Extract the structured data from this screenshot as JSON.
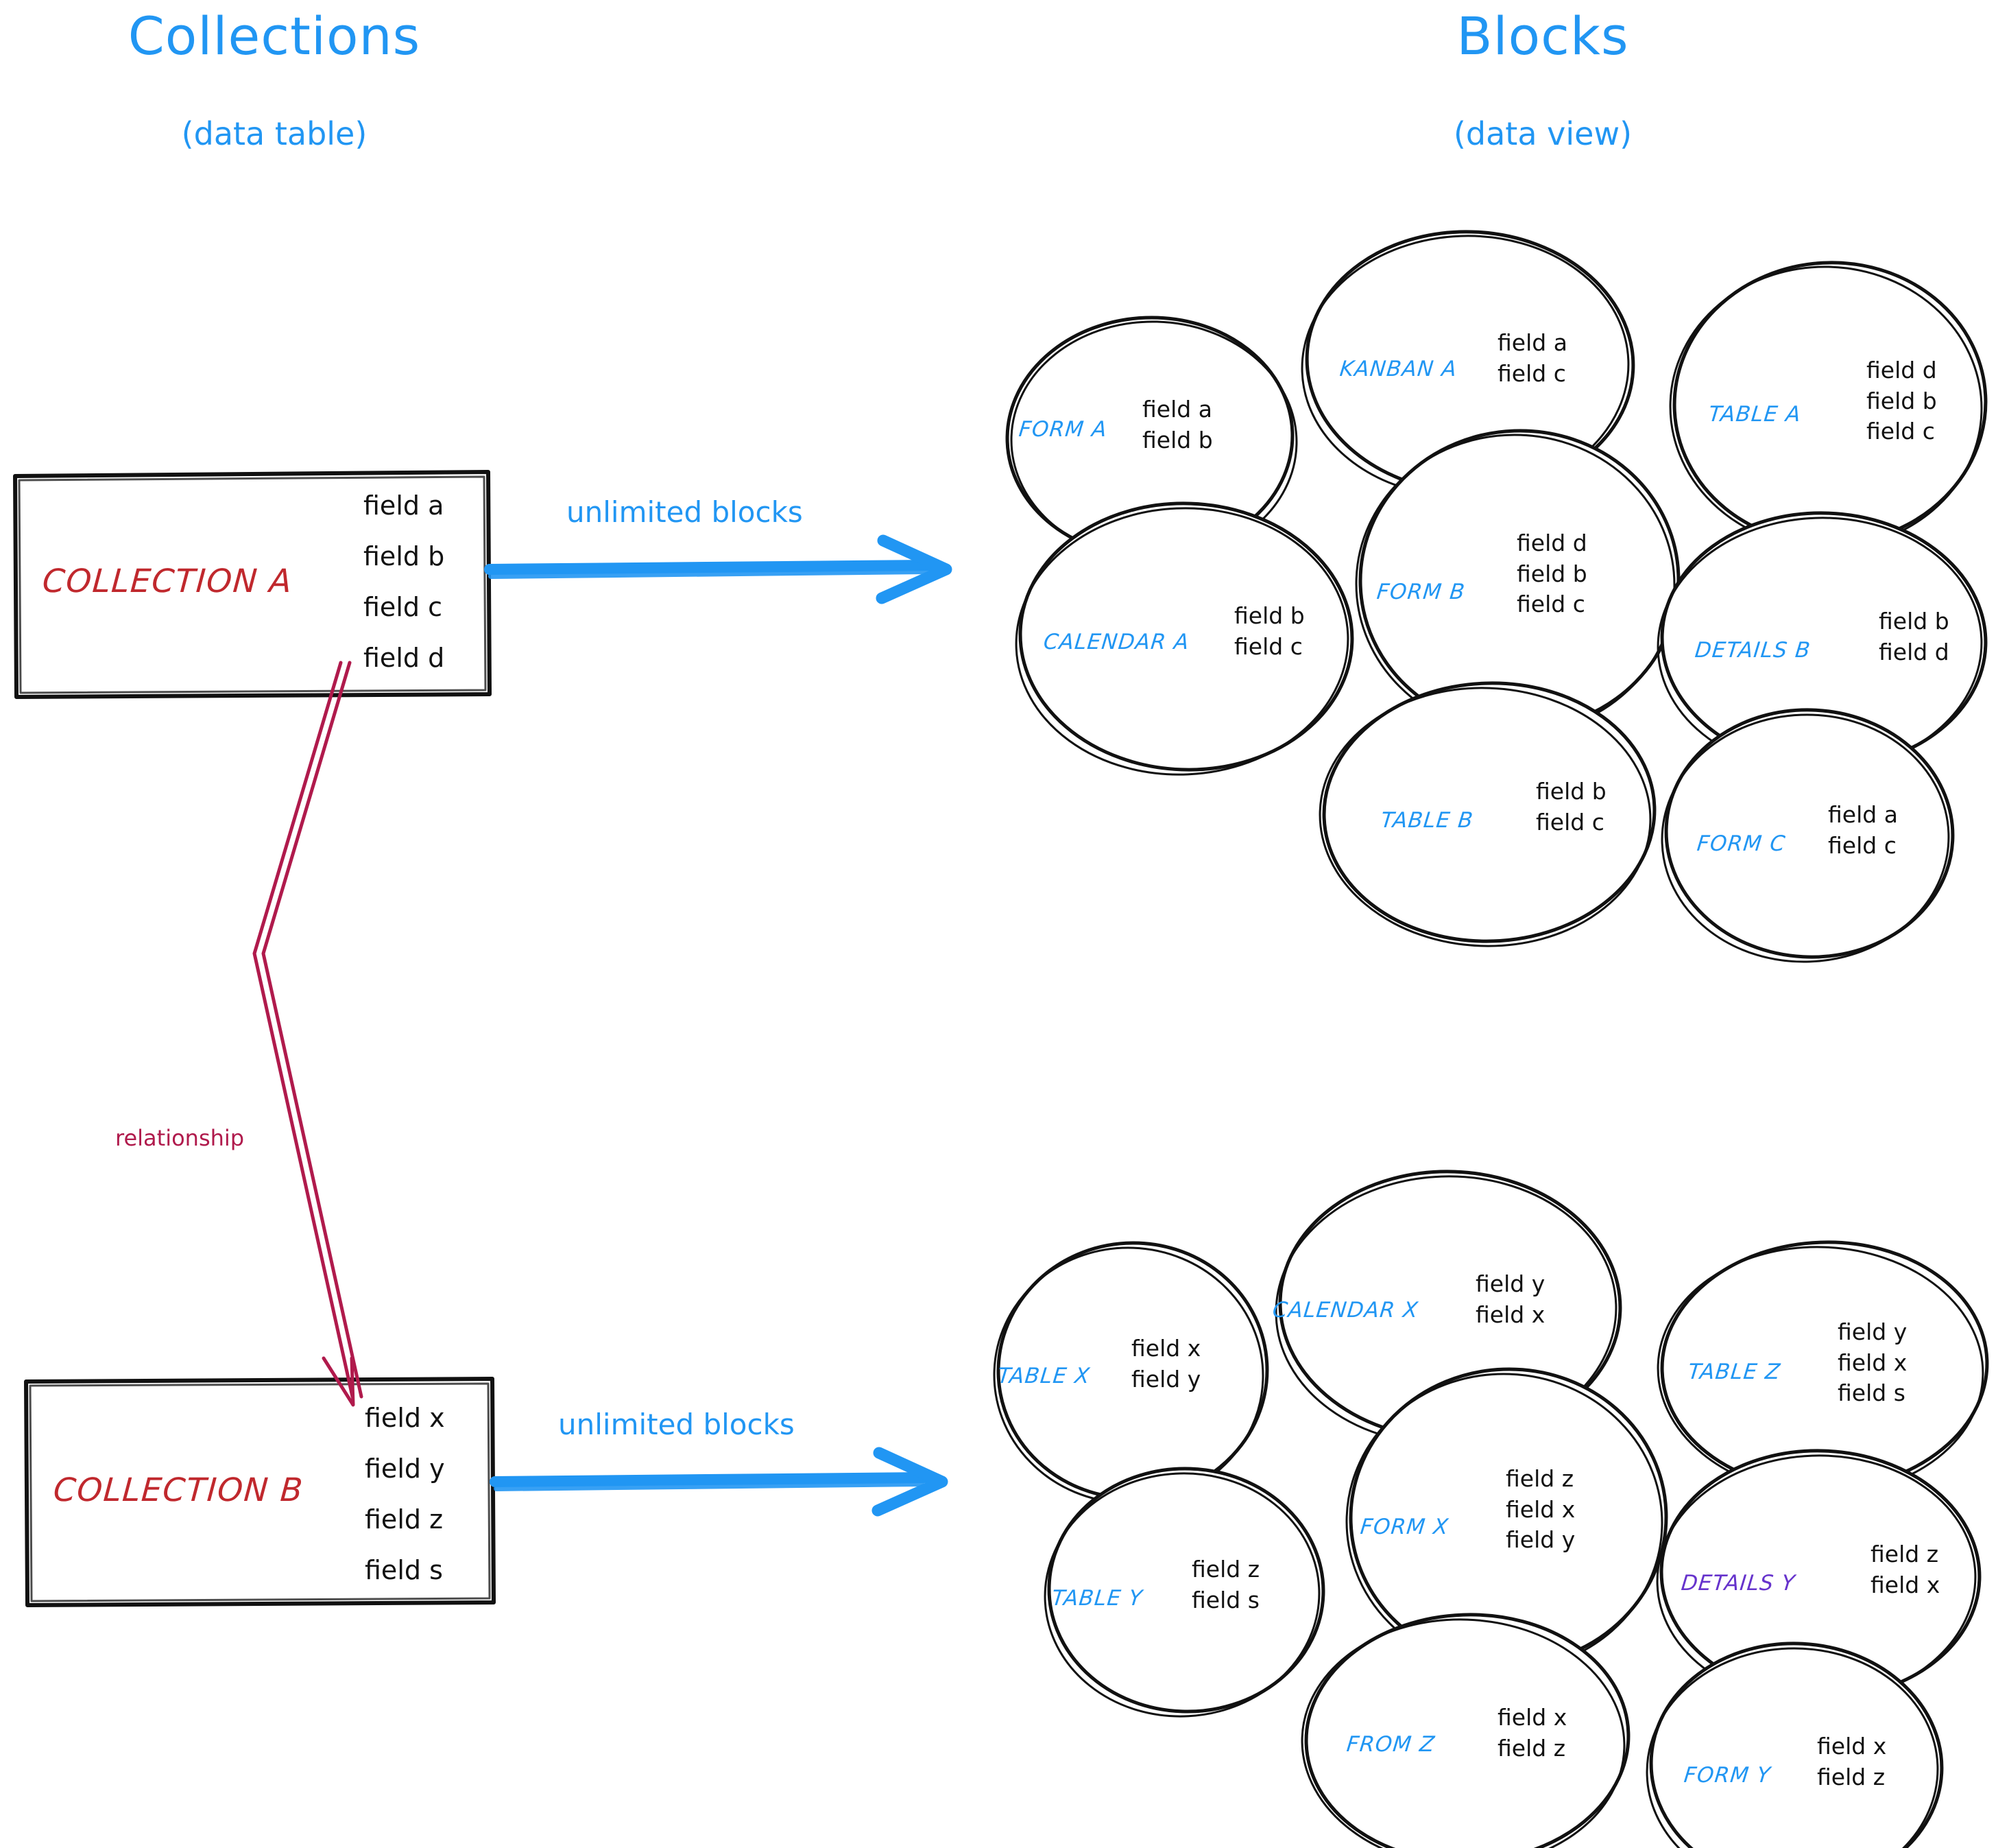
{
  "headings": {
    "left_title": "Collections",
    "left_subtitle": "(data table)",
    "right_title": "Blocks",
    "right_subtitle": "(data view)"
  },
  "colors": {
    "accent_blue": "#2196f3",
    "collection_red": "#c0282d",
    "relationship_crimson": "#b01a4c",
    "details_y_purple": "#6633cc",
    "ink_black": "#111111"
  },
  "collections": [
    {
      "id": "collection-a",
      "name": "COLLECTION A",
      "fields": [
        "field a",
        "field b",
        "field c",
        "field d"
      ],
      "arrow_label": "unlimited blocks"
    },
    {
      "id": "collection-b",
      "name": "COLLECTION B",
      "fields": [
        "field x",
        "field y",
        "field z",
        "field s"
      ],
      "arrow_label": "unlimited blocks"
    }
  ],
  "relationship": {
    "label": "relationship",
    "from": "collection-a",
    "to": "collection-b"
  },
  "block_groups": [
    {
      "id": "blocks-a",
      "for_collection": "collection-a",
      "blocks": [
        {
          "name": "FORM A",
          "name_color": "#2196f3",
          "fields": [
            "field a",
            "field b"
          ]
        },
        {
          "name": "KANBAN A",
          "name_color": "#2196f3",
          "fields": [
            "field a",
            "field c"
          ]
        },
        {
          "name": "TABLE A",
          "name_color": "#2196f3",
          "fields": [
            "field d",
            "field b",
            "field c"
          ]
        },
        {
          "name": "CALENDAR A",
          "name_color": "#2196f3",
          "fields": [
            "field b",
            "field c"
          ]
        },
        {
          "name": "FORM B",
          "name_color": "#2196f3",
          "fields": [
            "field d",
            "field b",
            "field c"
          ]
        },
        {
          "name": "DETAILS B",
          "name_color": "#2196f3",
          "fields": [
            "field b",
            "field d"
          ]
        },
        {
          "name": "TABLE B",
          "name_color": "#2196f3",
          "fields": [
            "field b",
            "field c"
          ]
        },
        {
          "name": "FORM C",
          "name_color": "#2196f3",
          "fields": [
            "field a",
            "field c"
          ]
        }
      ]
    },
    {
      "id": "blocks-b",
      "for_collection": "collection-b",
      "blocks": [
        {
          "name": "TABLE X",
          "name_color": "#2196f3",
          "fields": [
            "field x",
            "field y"
          ]
        },
        {
          "name": "CALENDAR X",
          "name_color": "#2196f3",
          "fields": [
            "field y",
            "field x"
          ]
        },
        {
          "name": "TABLE Z",
          "name_color": "#2196f3",
          "fields": [
            "field y",
            "field x",
            "field s"
          ]
        },
        {
          "name": "TABLE Y",
          "name_color": "#2196f3",
          "fields": [
            "field z",
            "field s"
          ]
        },
        {
          "name": "FORM X",
          "name_color": "#2196f3",
          "fields": [
            "field z",
            "field x",
            "field y"
          ]
        },
        {
          "name": "DETAILS Y",
          "name_color": "#6633cc",
          "fields": [
            "field z",
            "field x"
          ]
        },
        {
          "name": "FROM Z",
          "name_color": "#2196f3",
          "fields": [
            "field x",
            "field z"
          ]
        },
        {
          "name": "FORM Y",
          "name_color": "#2196f3",
          "fields": [
            "field x",
            "field z"
          ]
        }
      ]
    }
  ]
}
